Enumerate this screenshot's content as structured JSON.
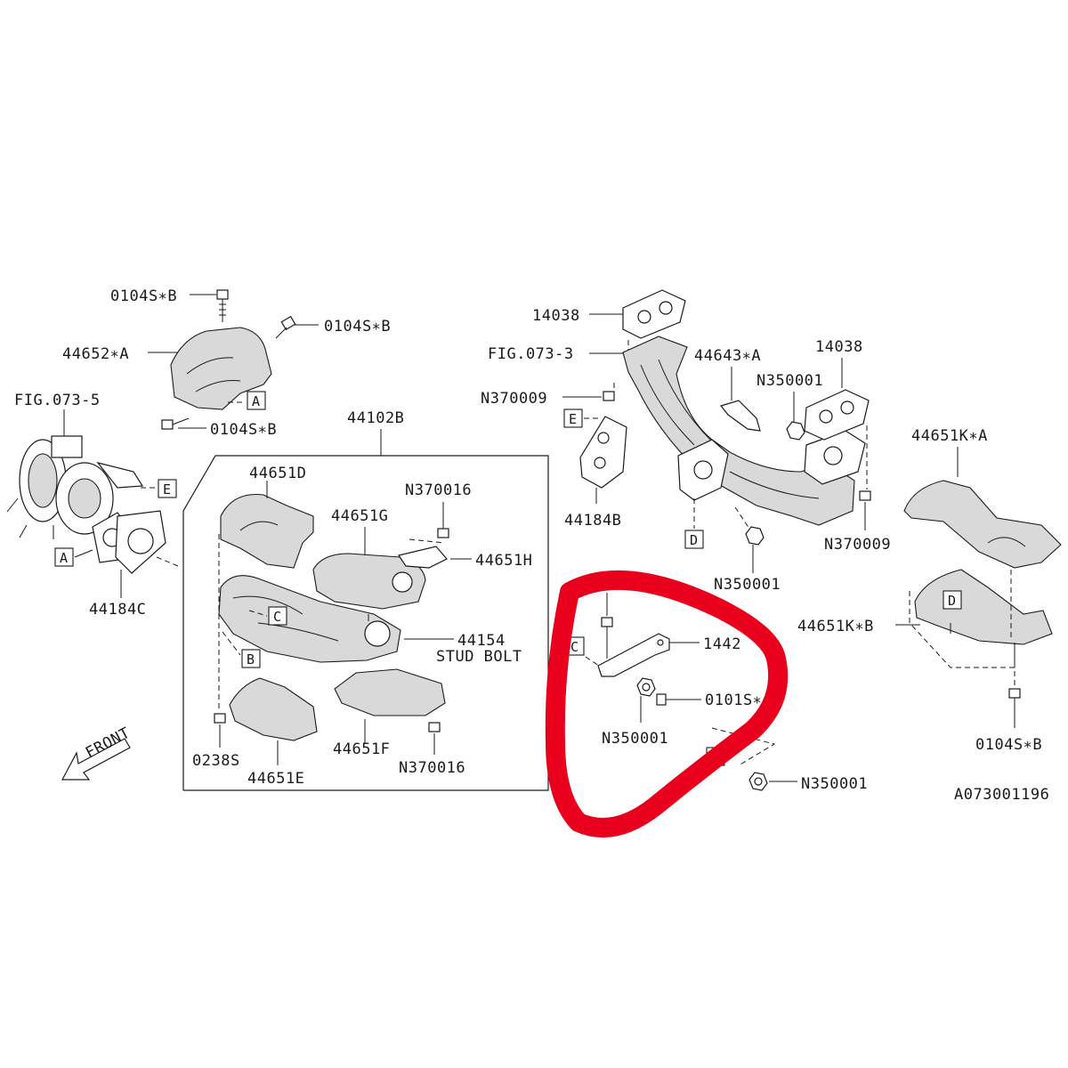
{
  "figure_code": "A073001196",
  "front_label": "FRONT",
  "left_assembly": {
    "labels": {
      "bolt_top": "0104S∗B",
      "bolt_right": "0104S∗B",
      "cover": "44652∗A",
      "bolt_bottom": "0104S∗B",
      "fig_ref": "FIG.073-5",
      "gasket": "44184C"
    },
    "tags": {
      "a_top": "A",
      "a_left": "A",
      "e_left": "E"
    }
  },
  "center_group": {
    "assembly": "44102B",
    "labels": {
      "cover_d": "44651D",
      "cover_g": "44651G",
      "nut_top": "N370016",
      "cover_h": "44651H",
      "stud_part": "44154",
      "stud_text": "STUD BOLT",
      "nut_bottom": "0238S",
      "cover_e": "44651E",
      "cover_f": "44651F",
      "nut_bottom_right": "N370016"
    },
    "tags": {
      "c": "C",
      "b": "B"
    }
  },
  "bracket_group": {
    "labels": {
      "bolt_partial": "S∗B",
      "bracket": "1442",
      "bolt_right": "0101S∗",
      "nut": "N350001",
      "nut_lower": "N350001"
    },
    "tags": {
      "c": "C",
      "e": "E"
    }
  },
  "pipe_group": {
    "labels": {
      "gasket_top": "14038",
      "fig_ref": "FIG.073-3",
      "nut_left": "N370009",
      "gasket_e": "44184B",
      "cover_a": "44643∗A",
      "nut_a": "N350001",
      "gasket_right": "14038",
      "nut_right": "N370009",
      "nut_bottom": "N350001"
    },
    "tags": {
      "e": "E",
      "d": "D"
    }
  },
  "right_group": {
    "labels": {
      "cover_a": "44651K∗A",
      "cover_b": "44651K∗B",
      "bolt": "0104S∗B"
    },
    "tags": {
      "d": "D"
    }
  },
  "colors": {
    "line": "#1a1a1a",
    "shade": "#d9d9d9",
    "highlight": "#e8001c",
    "background": "#ffffff"
  }
}
